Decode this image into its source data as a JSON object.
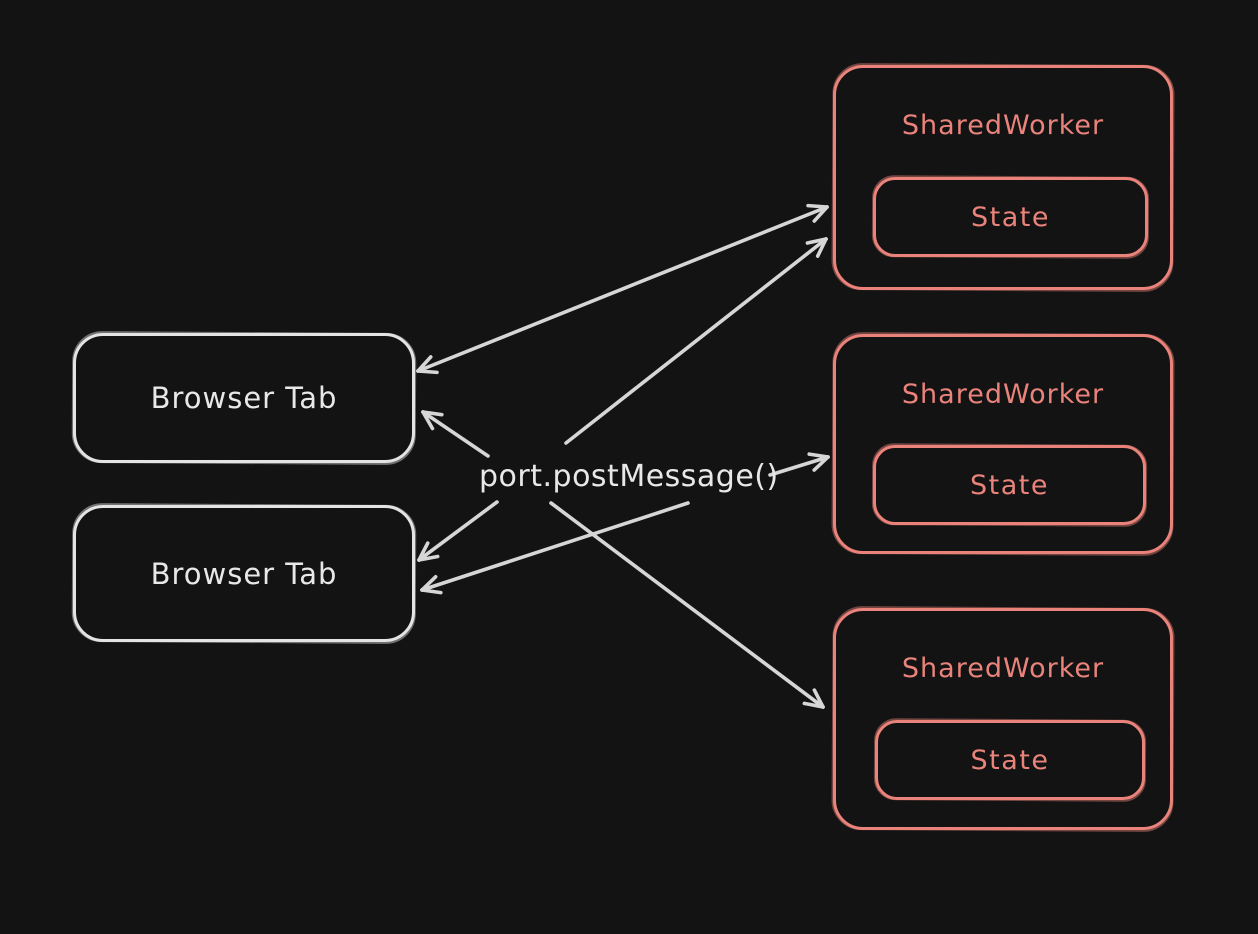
{
  "diagram": {
    "center_label": "port.postMessage()",
    "browser_tabs": [
      {
        "label": "Browser Tab"
      },
      {
        "label": "Browser Tab"
      }
    ],
    "shared_workers": [
      {
        "label": "SharedWorker",
        "state_label": "State"
      },
      {
        "label": "SharedWorker",
        "state_label": "State"
      },
      {
        "label": "SharedWorker",
        "state_label": "State"
      }
    ],
    "colors": {
      "background": "#131313",
      "tab_stroke": "#e4e4e4",
      "worker_stroke": "#e9837b",
      "arrow_stroke": "#d6d6d6",
      "text_light": "#e8e8e8"
    }
  }
}
